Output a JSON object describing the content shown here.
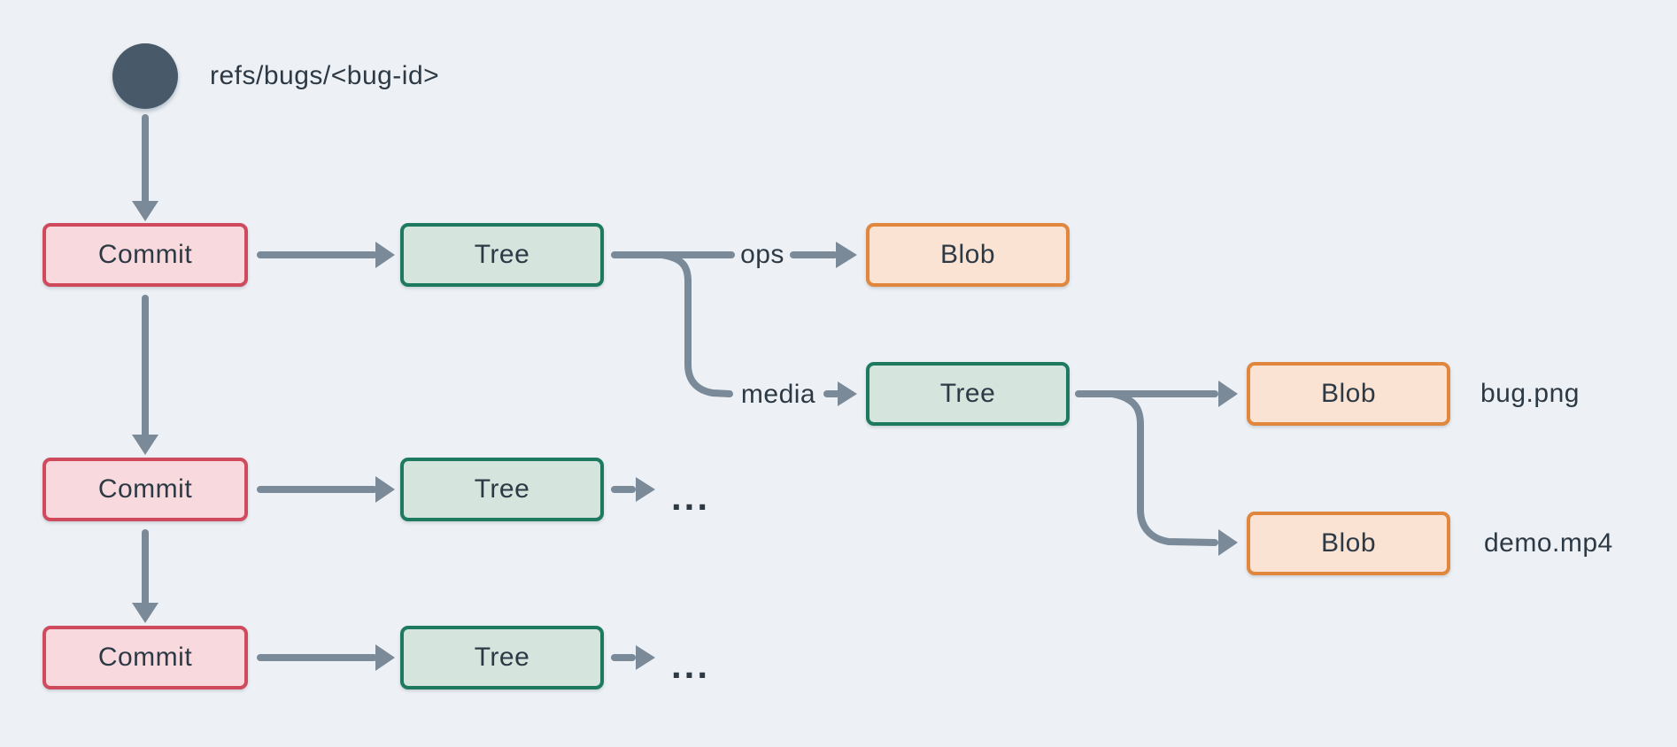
{
  "diagram": {
    "title_hint": "git object graph for a bug ref",
    "background": "#edf1f5",
    "colors": {
      "commit_border": "#d04a5e",
      "commit_fill": "#f8dade",
      "tree_border": "#1e7a5f",
      "tree_fill": "#d6e4de",
      "blob_border": "#e0873d",
      "blob_fill": "#fae3d3",
      "connector": "#7b8a99",
      "text": "#2d3944",
      "ref_circle": "#48596a"
    },
    "ref": {
      "label": "refs/bugs/<bug-id>"
    },
    "nodes": {
      "commit1": {
        "label": "Commit"
      },
      "commit2": {
        "label": "Commit"
      },
      "commit3": {
        "label": "Commit"
      },
      "tree1": {
        "label": "Tree"
      },
      "tree_media": {
        "label": "Tree"
      },
      "tree_row2": {
        "label": "Tree"
      },
      "tree_row3": {
        "label": "Tree"
      },
      "blob_ops": {
        "label": "Blob"
      },
      "blob_bug": {
        "label": "Blob"
      },
      "blob_demo": {
        "label": "Blob"
      }
    },
    "edge_labels": {
      "ops": "ops",
      "media": "media"
    },
    "file_labels": {
      "bug": "bug.png",
      "demo": "demo.mp4"
    },
    "ellipsis_row2": "...",
    "ellipsis_row3": "..."
  }
}
